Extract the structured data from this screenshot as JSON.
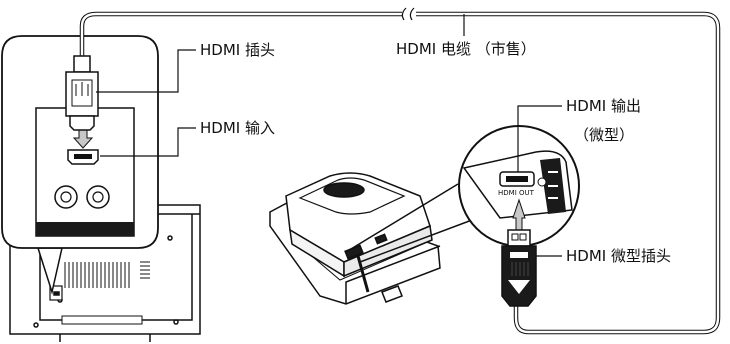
{
  "labels": {
    "hdmi_plug": "HDMI 插头",
    "hdmi_input": "HDMI 输入",
    "hdmi_cable": "HDMI 电缆 （市售）",
    "hdmi_output": "HDMI 输出",
    "hdmi_output_sub": "（微型）",
    "hdmi_micro_plug": "HDMI 微型插头",
    "camera_port_text": "HDMI OUT"
  },
  "colors": {
    "line": "#111111",
    "panel": "#ffffff",
    "dark": "#1a1a1a",
    "arrow": "#c8c8c8"
  }
}
